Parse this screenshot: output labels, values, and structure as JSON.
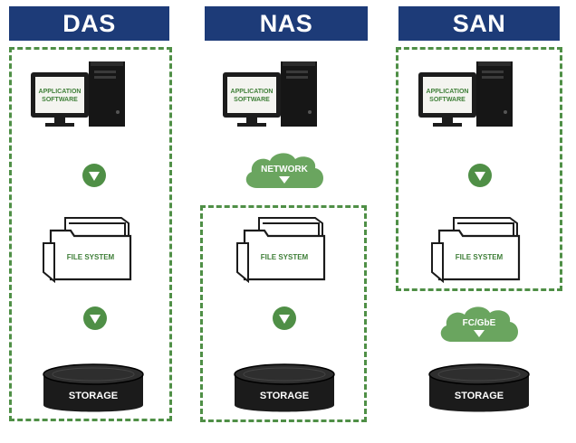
{
  "columns": [
    {
      "title": "DAS"
    },
    {
      "title": "NAS"
    },
    {
      "title": "SAN"
    }
  ],
  "labels": {
    "application_line1": "APPLICATION",
    "application_line2": "SOFTWARE",
    "file_system": "FILE SYSTEM",
    "storage": "STORAGE",
    "network": "NETWORK",
    "fc_gbe": "FC/GbE"
  },
  "colors": {
    "header": "#1d3b78",
    "accent_green": "#4f8f46",
    "cloud_green": "#6aa55f",
    "storage_dark": "#1b1b1b"
  },
  "icons": [
    "computer-icon",
    "folder-icon",
    "arrow-down-circle-icon",
    "cloud-icon",
    "storage-disk-icon"
  ]
}
